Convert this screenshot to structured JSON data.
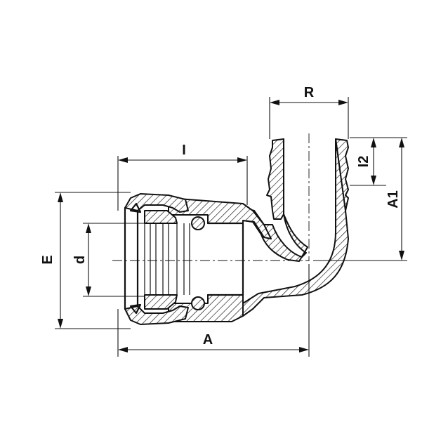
{
  "dimensions": {
    "R": "R",
    "I": "I",
    "I2": "I2",
    "A1": "A1",
    "E": "E",
    "d": "d",
    "A": "A"
  }
}
